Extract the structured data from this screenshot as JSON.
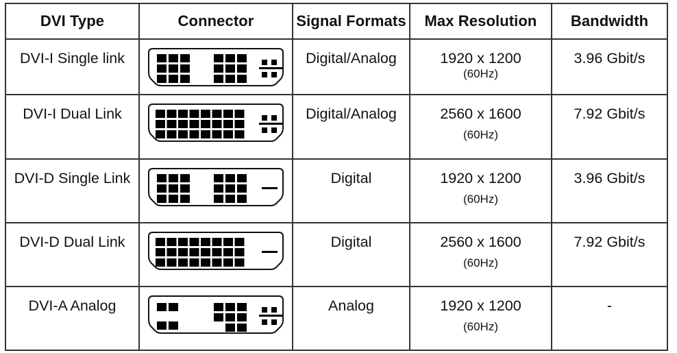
{
  "table": {
    "headers": [
      "DVI Type",
      "Connector",
      "Signal Formats",
      "Max Resolution",
      "Bandwidth"
    ],
    "rows": [
      {
        "type": "DVI-I Single link",
        "connector": "dvi-i-single-link-connector-icon",
        "signal": "Digital/Analog",
        "resolution": "1920 x 1200",
        "refresh": "(60Hz)",
        "bandwidth": "3.96 Gbit/s"
      },
      {
        "type": "DVI-I Dual Link",
        "connector": "dvi-i-dual-link-connector-icon",
        "signal": "Digital/Analog",
        "resolution": "2560 x 1600",
        "refresh": "(60Hz)",
        "bandwidth": "7.92 Gbit/s"
      },
      {
        "type": "DVI-D Single Link",
        "connector": "dvi-d-single-link-connector-icon",
        "signal": "Digital",
        "resolution": "1920 x 1200",
        "refresh": "(60Hz)",
        "bandwidth": "3.96 Gbit/s"
      },
      {
        "type": "DVI-D Dual Link",
        "connector": "dvi-d-dual-link-connector-icon",
        "signal": "Digital",
        "resolution": "2560 x 1600",
        "refresh": "(60Hz)",
        "bandwidth": "7.92 Gbit/s"
      },
      {
        "type": "DVI-A Analog",
        "connector": "dvi-a-analog-connector-icon",
        "signal": "Analog",
        "resolution": "1920 x 1200",
        "refresh": "(60Hz)",
        "bandwidth": "-"
      }
    ]
  },
  "connectors": [
    {
      "layout": "single",
      "analog_pins": true
    },
    {
      "layout": "dual",
      "analog_pins": true
    },
    {
      "layout": "single",
      "analog_pins": false
    },
    {
      "layout": "dual",
      "analog_pins": false
    },
    {
      "layout": "analog",
      "analog_pins": true
    }
  ],
  "colors": {
    "border": "#333333",
    "pin": "#000000",
    "text": "#111111",
    "background": "#ffffff"
  }
}
